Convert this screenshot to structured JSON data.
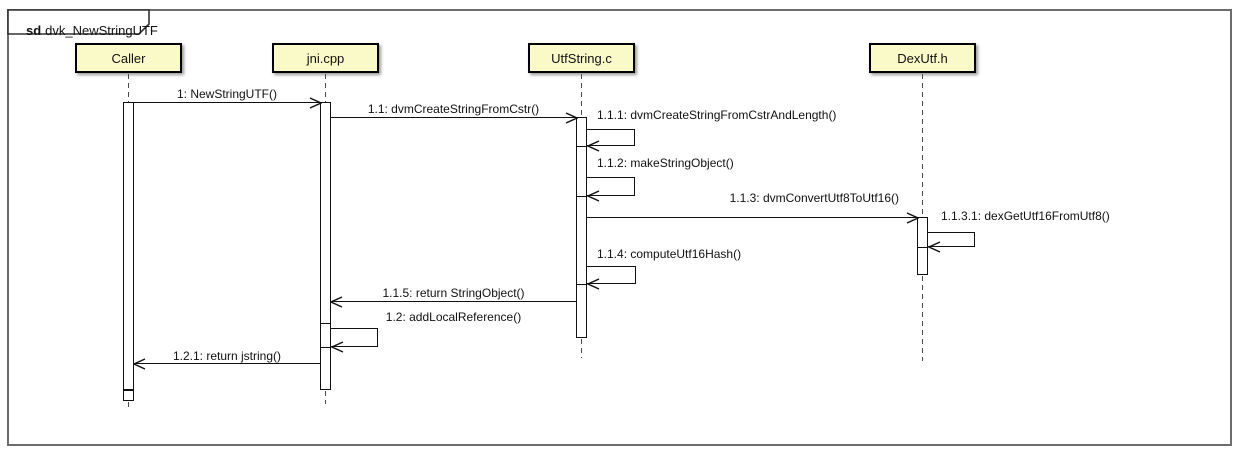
{
  "diagram": {
    "type": "uml-sequence-diagram",
    "frame_keyword": "sd",
    "frame_title": "dvk_NewStringUTF",
    "lifelines": [
      {
        "name": "Caller"
      },
      {
        "name": "jni.cpp"
      },
      {
        "name": "UtfString.c"
      },
      {
        "name": "DexUtf.h"
      }
    ],
    "messages": [
      {
        "seq": "1",
        "label": "1: NewStringUTF()",
        "from": "Caller",
        "to": "jni.cpp",
        "kind": "call"
      },
      {
        "seq": "1.1",
        "label": "1.1: dvmCreateStringFromCstr()",
        "from": "jni.cpp",
        "to": "UtfString.c",
        "kind": "call"
      },
      {
        "seq": "1.1.1",
        "label": "1.1.1: dvmCreateStringFromCstrAndLength()",
        "from": "UtfString.c",
        "to": "UtfString.c",
        "kind": "self-call"
      },
      {
        "seq": "1.1.2",
        "label": "1.1.2: makeStringObject()",
        "from": "UtfString.c",
        "to": "UtfString.c",
        "kind": "self-call"
      },
      {
        "seq": "1.1.3",
        "label": "1.1.3: dvmConvertUtf8ToUtf16()",
        "from": "UtfString.c",
        "to": "DexUtf.h",
        "kind": "call"
      },
      {
        "seq": "1.1.3.1",
        "label": "1.1.3.1: dexGetUtf16FromUtf8()",
        "from": "DexUtf.h",
        "to": "DexUtf.h",
        "kind": "self-call"
      },
      {
        "seq": "1.1.4",
        "label": "1.1.4: computeUtf16Hash()",
        "from": "UtfString.c",
        "to": "UtfString.c",
        "kind": "self-call"
      },
      {
        "seq": "1.1.5",
        "label": "1.1.5: return StringObject()",
        "from": "UtfString.c",
        "to": "jni.cpp",
        "kind": "return"
      },
      {
        "seq": "1.2",
        "label": "1.2: addLocalReference()",
        "from": "jni.cpp",
        "to": "jni.cpp",
        "kind": "self-call"
      },
      {
        "seq": "1.2.1",
        "label": "1.2.1: return jstring()",
        "from": "jni.cpp",
        "to": "Caller",
        "kind": "return"
      }
    ],
    "colors": {
      "lifeline_head_fill": "#FAFAC8",
      "line": "#111111",
      "frame_border": "#6d6d6d",
      "background": "#ffffff"
    }
  }
}
